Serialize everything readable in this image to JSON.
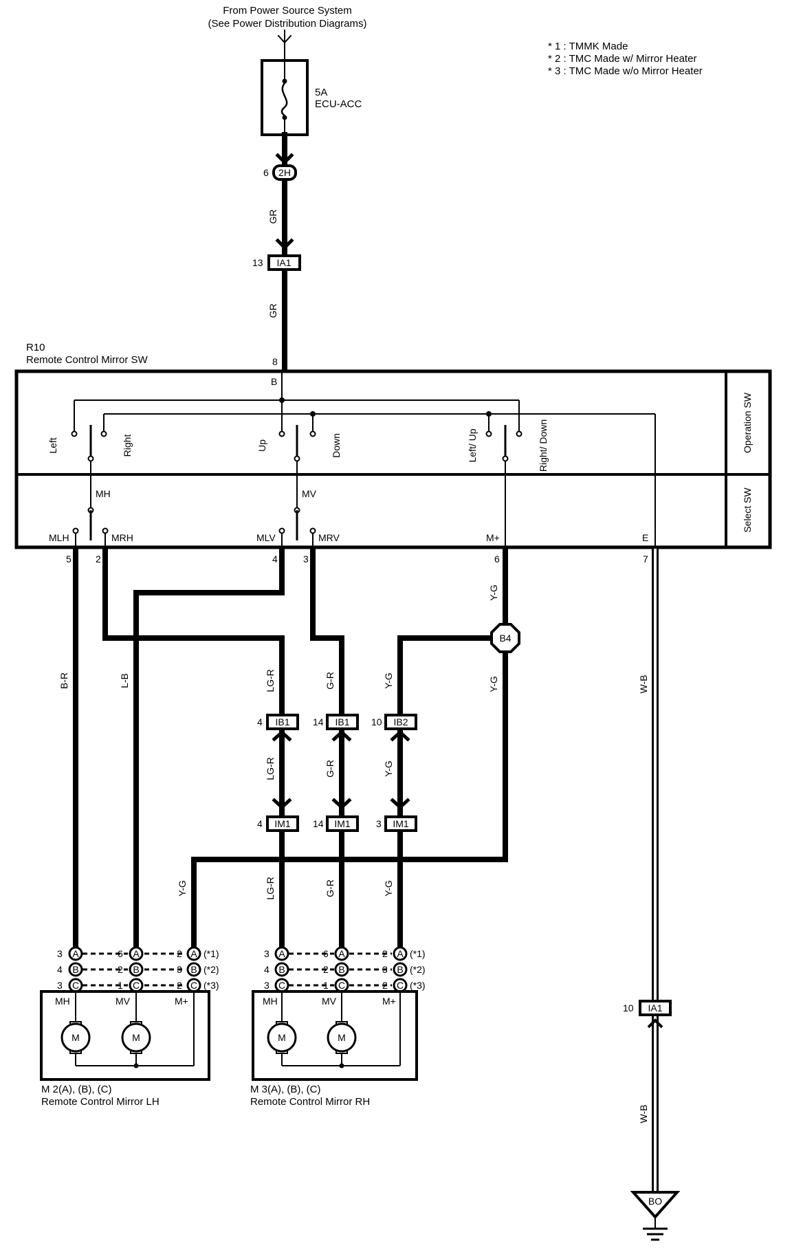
{
  "source": {
    "line1": "From Power Source System",
    "line2": "(See Power Distribution Diagrams)"
  },
  "notes": [
    "* 1 : TMMK Made",
    "* 2 : TMC Made w/ Mirror Heater",
    "* 3 : TMC Made w/o Mirror Heater"
  ],
  "fuse": {
    "rating": "5A",
    "name": "ECU-ACC"
  },
  "connectors": {
    "c2h": {
      "pin": "6",
      "name": "2H"
    },
    "ia1_top": {
      "pin": "13",
      "name": "IA1"
    },
    "ib1_a": {
      "pin": "4",
      "name": "IB1"
    },
    "ib1_b": {
      "pin": "14",
      "name": "IB1"
    },
    "ib2": {
      "pin": "10",
      "name": "IB2"
    },
    "im1_a": {
      "pin": "4",
      "name": "IM1"
    },
    "im1_b": {
      "pin": "14",
      "name": "IM1"
    },
    "im1_c": {
      "pin": "3",
      "name": "IM1"
    },
    "ia1_bottom": {
      "pin": "10",
      "name": "IA1"
    },
    "splice": "B4",
    "ground": "BO"
  },
  "wires": {
    "gr": "GR",
    "b": "B",
    "br": "B-R",
    "lb": "L-B",
    "lgr": "LG-R",
    "gr2": "G-R",
    "yg": "Y-G",
    "wb": "W-B"
  },
  "switch": {
    "code": "R10",
    "name": "Remote Control Mirror SW",
    "operation_label": "Operation SW",
    "select_label": "Select SW",
    "pin_top": "8",
    "positions": {
      "left": "Left",
      "right": "Right",
      "up": "Up",
      "down": "Down",
      "left_up": "Left/ Up",
      "right_down": "Right/ Down"
    },
    "select": {
      "mh": "MH",
      "mv": "MV"
    },
    "terminals": [
      {
        "name": "MLH",
        "pin": "5"
      },
      {
        "name": "MRH",
        "pin": "2"
      },
      {
        "name": "MLV",
        "pin": "4"
      },
      {
        "name": "MRV",
        "pin": "3"
      },
      {
        "name": "M+",
        "pin": "6"
      },
      {
        "name": "E",
        "pin": "7"
      }
    ]
  },
  "mirror_lh": {
    "code": "M 2(A), (B), (C)",
    "name": "Remote Control Mirror LH",
    "rows": [
      {
        "p1": "3",
        "p2": "6",
        "p3": "2"
      },
      {
        "p1": "4",
        "p2": "2",
        "p3": "3"
      },
      {
        "p1": "3",
        "p2": "1",
        "p3": "2"
      }
    ],
    "terms": {
      "mh": "MH",
      "mv": "MV",
      "mp": "M+"
    }
  },
  "mirror_rh": {
    "code": "M 3(A), (B), (C)",
    "name": "Remote Control Mirror RH",
    "rows": [
      {
        "p1": "3",
        "p2": "6",
        "p3": "2"
      },
      {
        "p1": "4",
        "p2": "2",
        "p3": "3"
      },
      {
        "p1": "3",
        "p2": "1",
        "p3": "2"
      }
    ],
    "terms": {
      "mh": "MH",
      "mv": "MV",
      "mp": "M+"
    }
  },
  "connector_letters": [
    "A",
    "B",
    "C"
  ],
  "variant_tags": [
    "(*1)",
    "(*2)",
    "(*3)"
  ],
  "motor_label": "M"
}
